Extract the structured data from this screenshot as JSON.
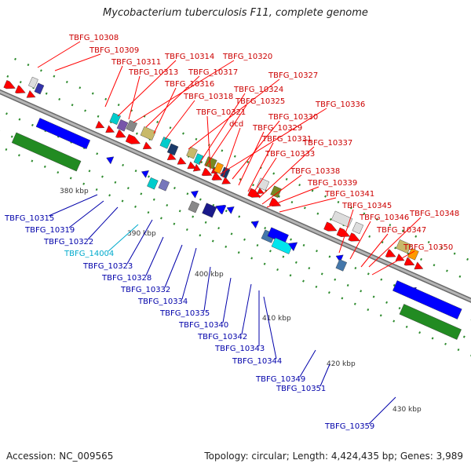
{
  "title": "Mycobacterium tuberculosis F11, complete genome",
  "footer": {
    "accession": "Accession: NC_009565",
    "summary": "Topology: circular; Length: 4,424,435 bp; Genes: 3,989"
  },
  "colors": {
    "forward_label": "#cc0000",
    "reverse_label": "#0000aa",
    "special_label": "#00aacc",
    "backbone": "#999999",
    "forward_gene": "#ff0000",
    "reverse_gene": "#0000ff",
    "rna_gene": "#228b22"
  },
  "ticks": [
    "380 kbp",
    "390 kbp",
    "400 kbp",
    "410 kbp",
    "420 kbp",
    "430 kbp"
  ],
  "forward_labels": [
    "TBFG_10308",
    "TBFG_10309",
    "TBFG_10311",
    "TBFG_10314",
    "TBFG_10320",
    "TBFG_10313",
    "TBFG_10317",
    "TBFG_10316",
    "TBFG_10327",
    "TBFG_10318",
    "TBFG_10324",
    "TBFG_10325",
    "TBFG_10336",
    "TBFG_10321",
    "TBFG_10330",
    "dcd",
    "TBFG_10329",
    "TBFG_10331",
    "TBFG_10337",
    "TBFG_10333",
    "TBFG_10338",
    "TBFG_10339",
    "TBFG_10341",
    "TBFG_10345",
    "TBFG_10348",
    "TBFG_10346",
    "TBFG_10347",
    "TBFG_10350"
  ],
  "reverse_labels": [
    "TBFG_10315",
    "TBFG_10319",
    "TBFG_10322",
    "TBFG_14004",
    "TBFG_10323",
    "TBFG_10328",
    "TBFG_10332",
    "TBFG_10334",
    "TBFG_10335",
    "TBFG_10340",
    "TBFG_10342",
    "TBFG_10343",
    "TBFG_10344",
    "TBFG_10349",
    "TBFG_10351",
    "TBFG_10359"
  ]
}
